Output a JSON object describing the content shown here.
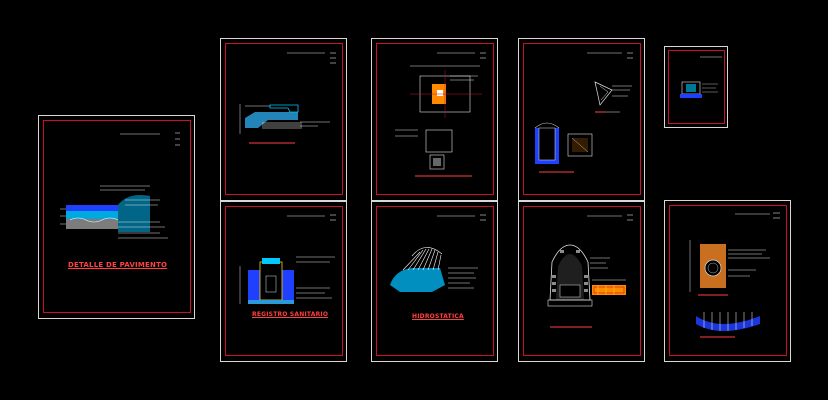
{
  "colors": {
    "background": "#000000",
    "sheet_border": "#d8d8d8",
    "inner_border": "#c8102e",
    "title_text": "#ff4040",
    "cyan": "#00c8ff",
    "blue": "#2040ff",
    "orange": "#ff8a00",
    "yellow": "#ffd000",
    "green": "#20c020",
    "white": "#ffffff"
  },
  "sheets": [
    {
      "id": "pavimento",
      "title": "DETALLE DE PAVIMENTO"
    },
    {
      "id": "sumidero",
      "title": ""
    },
    {
      "id": "buzon",
      "title": "REGISTRO SANITARIO"
    },
    {
      "id": "caja",
      "title": ""
    },
    {
      "id": "hidrostatica",
      "title": "HIDROSTATICA"
    },
    {
      "id": "pozo",
      "title": ""
    },
    {
      "id": "estructura",
      "title": ""
    },
    {
      "id": "mini",
      "title": ""
    },
    {
      "id": "tuberia",
      "title": ""
    }
  ]
}
